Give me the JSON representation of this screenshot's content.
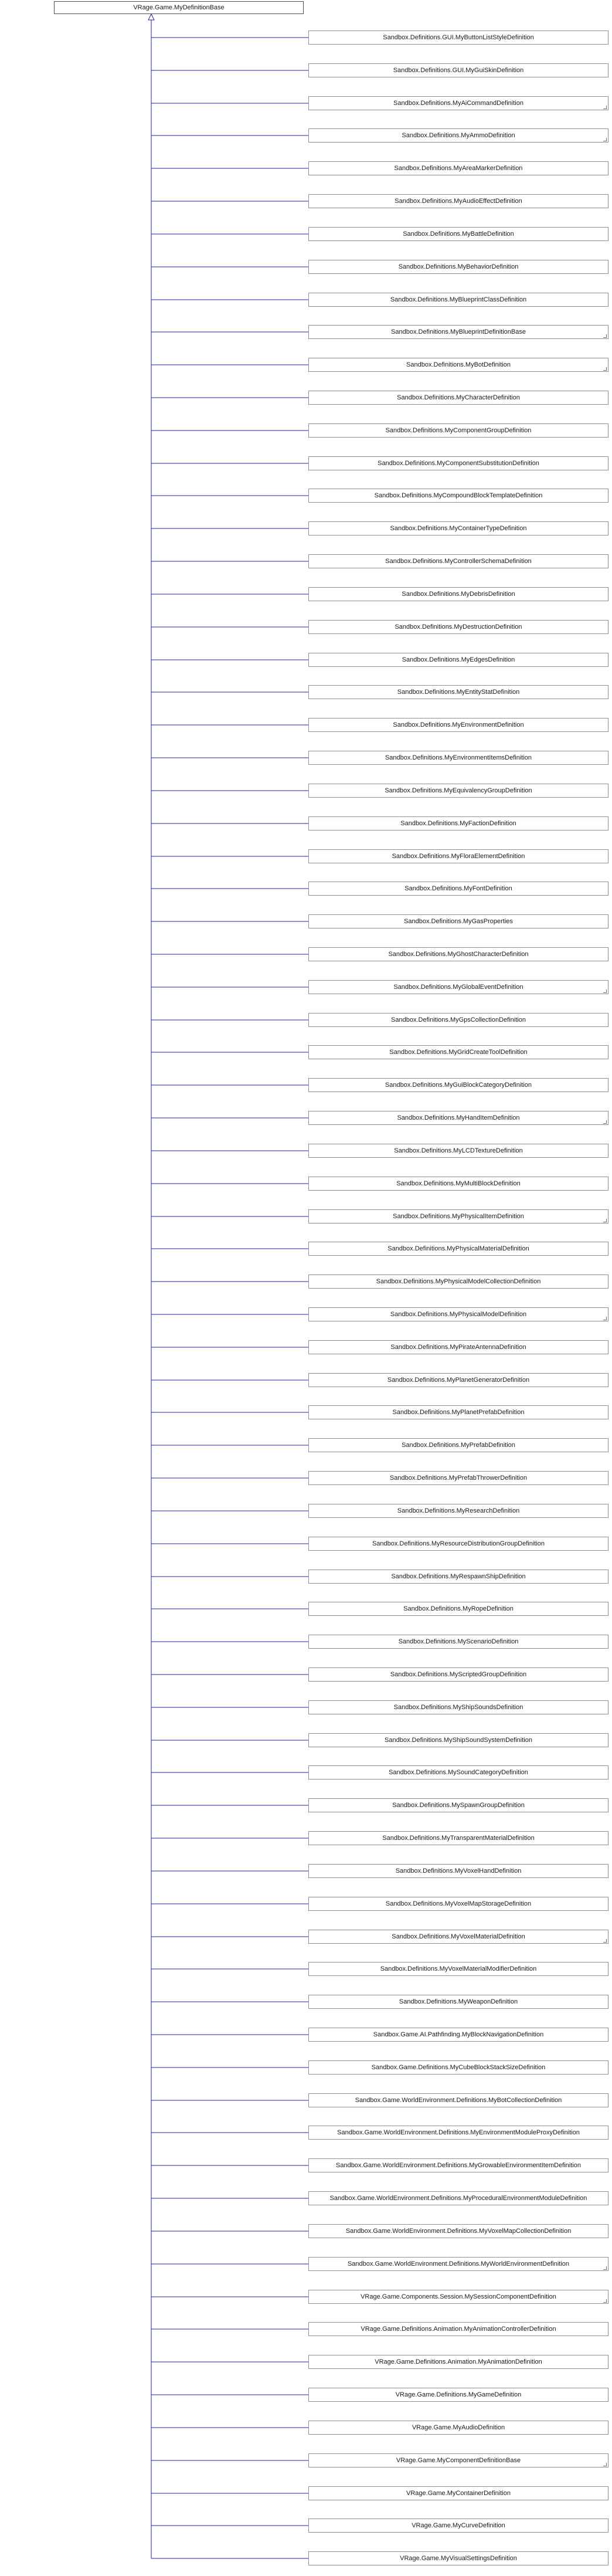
{
  "base_class": "VRage.Game.MyDefinitionBase",
  "colors": {
    "line": "#1f1fa8",
    "node_border": "#8f8f8f",
    "base_border": "#4d4d4d",
    "background": "#ffffff"
  },
  "derived_classes": [
    {
      "name": "Sandbox.Definitions.GUI.MyButtonListStyleDefinition",
      "has_more": false
    },
    {
      "name": "Sandbox.Definitions.GUI.MyGuiSkinDefinition",
      "has_more": false
    },
    {
      "name": "Sandbox.Definitions.MyAiCommandDefinition",
      "has_more": true
    },
    {
      "name": "Sandbox.Definitions.MyAmmoDefinition",
      "has_more": true
    },
    {
      "name": "Sandbox.Definitions.MyAreaMarkerDefinition",
      "has_more": false
    },
    {
      "name": "Sandbox.Definitions.MyAudioEffectDefinition",
      "has_more": false
    },
    {
      "name": "Sandbox.Definitions.MyBattleDefinition",
      "has_more": false
    },
    {
      "name": "Sandbox.Definitions.MyBehaviorDefinition",
      "has_more": false
    },
    {
      "name": "Sandbox.Definitions.MyBlueprintClassDefinition",
      "has_more": false
    },
    {
      "name": "Sandbox.Definitions.MyBlueprintDefinitionBase",
      "has_more": true
    },
    {
      "name": "Sandbox.Definitions.MyBotDefinition",
      "has_more": true
    },
    {
      "name": "Sandbox.Definitions.MyCharacterDefinition",
      "has_more": false
    },
    {
      "name": "Sandbox.Definitions.MyComponentGroupDefinition",
      "has_more": false
    },
    {
      "name": "Sandbox.Definitions.MyComponentSubstitutionDefinition",
      "has_more": false
    },
    {
      "name": "Sandbox.Definitions.MyCompoundBlockTemplateDefinition",
      "has_more": false
    },
    {
      "name": "Sandbox.Definitions.MyContainerTypeDefinition",
      "has_more": false
    },
    {
      "name": "Sandbox.Definitions.MyControllerSchemaDefinition",
      "has_more": false
    },
    {
      "name": "Sandbox.Definitions.MyDebrisDefinition",
      "has_more": false
    },
    {
      "name": "Sandbox.Definitions.MyDestructionDefinition",
      "has_more": false
    },
    {
      "name": "Sandbox.Definitions.MyEdgesDefinition",
      "has_more": false
    },
    {
      "name": "Sandbox.Definitions.MyEntityStatDefinition",
      "has_more": false
    },
    {
      "name": "Sandbox.Definitions.MyEnvironmentDefinition",
      "has_more": false
    },
    {
      "name": "Sandbox.Definitions.MyEnvironmentItemsDefinition",
      "has_more": false
    },
    {
      "name": "Sandbox.Definitions.MyEquivalencyGroupDefinition",
      "has_more": false
    },
    {
      "name": "Sandbox.Definitions.MyFactionDefinition",
      "has_more": false
    },
    {
      "name": "Sandbox.Definitions.MyFloraElementDefinition",
      "has_more": false
    },
    {
      "name": "Sandbox.Definitions.MyFontDefinition",
      "has_more": false
    },
    {
      "name": "Sandbox.Definitions.MyGasProperties",
      "has_more": false
    },
    {
      "name": "Sandbox.Definitions.MyGhostCharacterDefinition",
      "has_more": false
    },
    {
      "name": "Sandbox.Definitions.MyGlobalEventDefinition",
      "has_more": true
    },
    {
      "name": "Sandbox.Definitions.MyGpsCollectionDefinition",
      "has_more": false
    },
    {
      "name": "Sandbox.Definitions.MyGridCreateToolDefinition",
      "has_more": false
    },
    {
      "name": "Sandbox.Definitions.MyGuiBlockCategoryDefinition",
      "has_more": false
    },
    {
      "name": "Sandbox.Definitions.MyHandItemDefinition",
      "has_more": true
    },
    {
      "name": "Sandbox.Definitions.MyLCDTextureDefinition",
      "has_more": false
    },
    {
      "name": "Sandbox.Definitions.MyMultiBlockDefinition",
      "has_more": false
    },
    {
      "name": "Sandbox.Definitions.MyPhysicalItemDefinition",
      "has_more": true
    },
    {
      "name": "Sandbox.Definitions.MyPhysicalMaterialDefinition",
      "has_more": false
    },
    {
      "name": "Sandbox.Definitions.MyPhysicalModelCollectionDefinition",
      "has_more": false
    },
    {
      "name": "Sandbox.Definitions.MyPhysicalModelDefinition",
      "has_more": true
    },
    {
      "name": "Sandbox.Definitions.MyPirateAntennaDefinition",
      "has_more": false
    },
    {
      "name": "Sandbox.Definitions.MyPlanetGeneratorDefinition",
      "has_more": false
    },
    {
      "name": "Sandbox.Definitions.MyPlanetPrefabDefinition",
      "has_more": false
    },
    {
      "name": "Sandbox.Definitions.MyPrefabDefinition",
      "has_more": false
    },
    {
      "name": "Sandbox.Definitions.MyPrefabThrowerDefinition",
      "has_more": false
    },
    {
      "name": "Sandbox.Definitions.MyResearchDefinition",
      "has_more": false
    },
    {
      "name": "Sandbox.Definitions.MyResourceDistributionGroupDefinition",
      "has_more": false
    },
    {
      "name": "Sandbox.Definitions.MyRespawnShipDefinition",
      "has_more": false
    },
    {
      "name": "Sandbox.Definitions.MyRopeDefinition",
      "has_more": false
    },
    {
      "name": "Sandbox.Definitions.MyScenarioDefinition",
      "has_more": false
    },
    {
      "name": "Sandbox.Definitions.MyScriptedGroupDefinition",
      "has_more": false
    },
    {
      "name": "Sandbox.Definitions.MyShipSoundsDefinition",
      "has_more": false
    },
    {
      "name": "Sandbox.Definitions.MyShipSoundSystemDefinition",
      "has_more": false
    },
    {
      "name": "Sandbox.Definitions.MySoundCategoryDefinition",
      "has_more": false
    },
    {
      "name": "Sandbox.Definitions.MySpawnGroupDefinition",
      "has_more": false
    },
    {
      "name": "Sandbox.Definitions.MyTransparentMaterialDefinition",
      "has_more": false
    },
    {
      "name": "Sandbox.Definitions.MyVoxelHandDefinition",
      "has_more": false
    },
    {
      "name": "Sandbox.Definitions.MyVoxelMapStorageDefinition",
      "has_more": false
    },
    {
      "name": "Sandbox.Definitions.MyVoxelMaterialDefinition",
      "has_more": true
    },
    {
      "name": "Sandbox.Definitions.MyVoxelMaterialModifierDefinition",
      "has_more": false
    },
    {
      "name": "Sandbox.Definitions.MyWeaponDefinition",
      "has_more": false
    },
    {
      "name": "Sandbox.Game.AI.Pathfinding.MyBlockNavigationDefinition",
      "has_more": false
    },
    {
      "name": "Sandbox.Game.Definitions.MyCubeBlockStackSizeDefinition",
      "has_more": false
    },
    {
      "name": "Sandbox.Game.WorldEnvironment.Definitions.MyBotCollectionDefinition",
      "has_more": false
    },
    {
      "name": "Sandbox.Game.WorldEnvironment.Definitions.MyEnvironmentModuleProxyDefinition",
      "has_more": false
    },
    {
      "name": "Sandbox.Game.WorldEnvironment.Definitions.MyGrowableEnvironmentItemDefinition",
      "has_more": false
    },
    {
      "name": "Sandbox.Game.WorldEnvironment.Definitions.MyProceduralEnvironmentModuleDefinition",
      "has_more": false
    },
    {
      "name": "Sandbox.Game.WorldEnvironment.Definitions.MyVoxelMapCollectionDefinition",
      "has_more": false
    },
    {
      "name": "Sandbox.Game.WorldEnvironment.Definitions.MyWorldEnvironmentDefinition",
      "has_more": true
    },
    {
      "name": "VRage.Game.Components.Session.MySessionComponentDefinition",
      "has_more": true
    },
    {
      "name": "VRage.Game.Definitions.Animation.MyAnimationControllerDefinition",
      "has_more": false
    },
    {
      "name": "VRage.Game.Definitions.Animation.MyAnimationDefinition",
      "has_more": false
    },
    {
      "name": "VRage.Game.Definitions.MyGameDefinition",
      "has_more": false
    },
    {
      "name": "VRage.Game.MyAudioDefinition",
      "has_more": false
    },
    {
      "name": "VRage.Game.MyComponentDefinitionBase",
      "has_more": true
    },
    {
      "name": "VRage.Game.MyContainerDefinition",
      "has_more": false
    },
    {
      "name": "VRage.Game.MyCurveDefinition",
      "has_more": false
    },
    {
      "name": "VRage.Game.MyVisualSettingsDefinition",
      "has_more": false
    }
  ]
}
